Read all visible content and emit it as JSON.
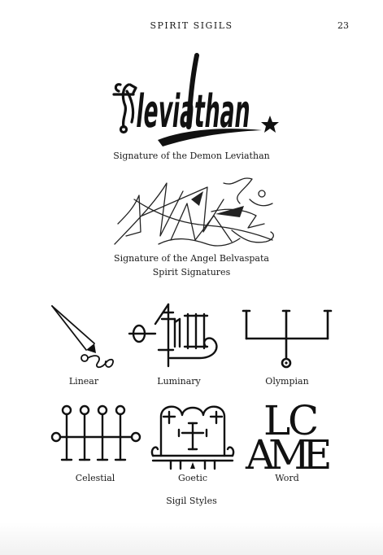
{
  "header": {
    "title": "SPIRIT SIGILS",
    "page_number": "23"
  },
  "figures": {
    "leviathan": {
      "wordmark": "leviathan",
      "caption": "Signature of the Demon Leviathan"
    },
    "belvaspata": {
      "caption": "Signature of the Angel Belvaspata"
    },
    "signatures_caption": "Spirit Signatures"
  },
  "sigil_styles": {
    "items": [
      {
        "label": "Linear"
      },
      {
        "label": "Luminary"
      },
      {
        "label": "Olympian"
      },
      {
        "label": "Celestial"
      },
      {
        "label": "Goetic"
      },
      {
        "label": "Word"
      }
    ],
    "word_sigil_letters": [
      "L",
      "C",
      "A",
      "M",
      "E"
    ],
    "caption": "Sigil Styles"
  }
}
